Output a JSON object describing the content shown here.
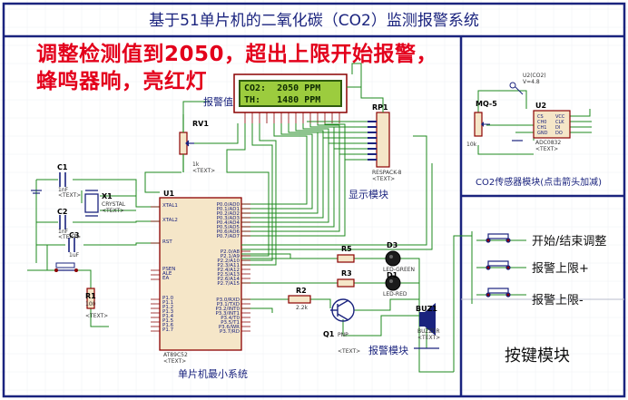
{
  "title": "基于51单片机的二氧化碳（CO2）监测报警系统",
  "overlay": {
    "line1": "调整检测值到2050，超出上限开始报警，",
    "line2": "蜂鸣器响，亮红灯"
  },
  "lcd": {
    "row1": "CO2:  2050 PPM",
    "row2": "TH:   1480 PPM",
    "caption": "报警值"
  },
  "modules": {
    "display": "显示模块",
    "sensor": "CO2传感器模块(点击箭头加减)",
    "alarm": "报警模块",
    "mcu": "单片机最小系统",
    "keys": "按键模块"
  },
  "buttons": {
    "start": "开始/结束调整",
    "up": "报警上限+",
    "down": "报警上限-"
  },
  "components": {
    "c1": "C1",
    "c1v": "1nF",
    "c2": "C2",
    "c2v": "1nF",
    "c3": "C3",
    "c3v": "1uF",
    "x1": "X1",
    "x1v": "CRYSTAL",
    "r1": "R1",
    "r1v": "100",
    "rv1": "RV1",
    "rv1v": "1k",
    "u1": "U1",
    "u1v": "AT89C52",
    "rp1": "RP1",
    "rp1v": "RESPACK-8",
    "r5": "R5",
    "r3": "R3",
    "r2": "R2",
    "r2v": "2.2k",
    "d3": "D3",
    "d3v": "LED-GREEN",
    "d1": "D1",
    "d1v": "LED-RED",
    "q1": "Q1",
    "q1v": "PNP",
    "buz1": "BUZ1",
    "buz1v": "BUZZER",
    "mq5": "MQ-5",
    "mq5v": "10k",
    "u2": "U2",
    "u2v": "ADC0832",
    "u2probe": "U2(CO2)",
    "u2volt": "V=4.8",
    "text": "<TEXT>"
  },
  "u1_pins_left": [
    "XTAL1",
    "XTAL2",
    "RST",
    "PSEN",
    "ALE",
    "EA",
    "P1.0",
    "P1.1",
    "P1.2",
    "P1.3",
    "P1.4",
    "P1.5",
    "P1.6",
    "P1.7"
  ],
  "u1_pins_right": [
    "P0.0/AD0",
    "P0.1/AD1",
    "P0.2/AD2",
    "P0.3/AD3",
    "P0.4/AD4",
    "P0.5/AD5",
    "P0.6/AD6",
    "P0.7/AD7",
    "P2.0/A8",
    "P2.1/A9",
    "P2.2/A10",
    "P2.3/A11",
    "P2.4/A12",
    "P2.5/A13",
    "P2.6/A14",
    "P2.7/A15",
    "P3.0/RXD",
    "P3.1/TXD",
    "P3.2/INT0",
    "P3.3/INT1",
    "P3.4/T0",
    "P3.5/T1",
    "P3.6/WR",
    "P3.7/RD"
  ],
  "u2_pins": [
    "CS",
    "CH0",
    "CH1",
    "GND",
    "VCC",
    "CLK",
    "DI",
    "DO"
  ],
  "colors": {
    "frame": "#1a237e",
    "wire": "#1e8a1e",
    "part": "#8b0000",
    "pin": "#1a237e",
    "led_green": "#1b1b1b",
    "led_red": "#1b1b1b",
    "overlay": "#e3001b",
    "lcd": "#9ccc3e"
  }
}
